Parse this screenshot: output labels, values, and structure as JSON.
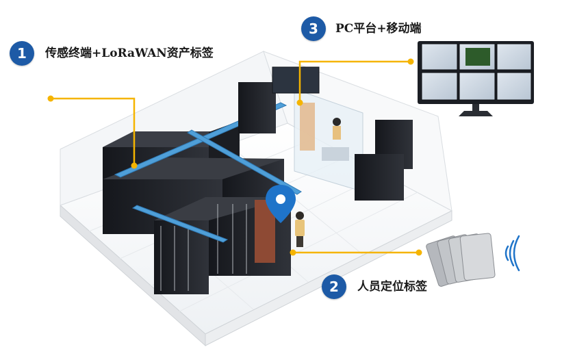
{
  "callouts": [
    {
      "number": "1",
      "text": "传感终端+LoRaWAN资产标签"
    },
    {
      "number": "2",
      "text": "人员定位标签"
    },
    {
      "number": "3",
      "text": "PC平台+移动端"
    }
  ],
  "colors": {
    "badge": "#1d5aa6",
    "leader_line": "#f5b400",
    "rack": "#23252b",
    "cable_tray": "#4f9fd8",
    "pin": "#1f74c9"
  }
}
